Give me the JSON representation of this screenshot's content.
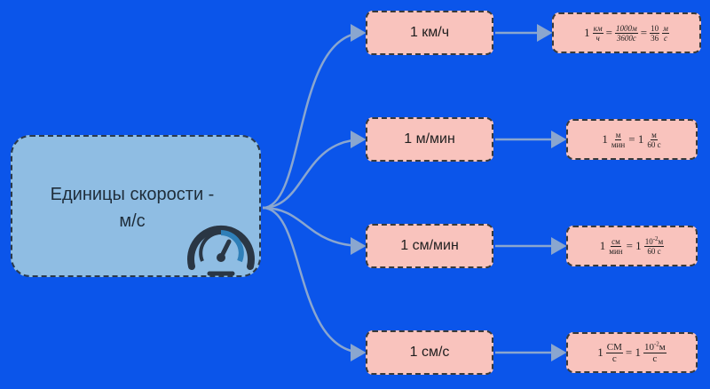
{
  "root": {
    "line1": "Единицы скорости -",
    "line2": "м/с",
    "icon": "speedometer-icon"
  },
  "branches": [
    {
      "unit": "1 км/ч",
      "formula": {
        "lead": "1",
        "f1_num": "км",
        "f1_den": "ч",
        "eq1": "=",
        "f2_num": "1000м",
        "f2_den": "3600с",
        "eq2": "=",
        "f3_num": "10",
        "f3_den": "36",
        "f4_num": "м",
        "f4_den": "с"
      }
    },
    {
      "unit": "1 м/мин",
      "formula": {
        "lead": "1",
        "f1_num": "м",
        "f1_den": "мин",
        "eq1": "= 1",
        "f2_num": "м",
        "f2_den": "60 с"
      }
    },
    {
      "unit": "1 см/мин",
      "formula": {
        "lead": "1",
        "f1_num": "см",
        "f1_den": "мин",
        "eq1": "= 1",
        "f2_num_base": "10",
        "f2_num_exp": "-2",
        "f2_num_unit": "м",
        "f2_den": "60 с"
      }
    },
    {
      "unit": "1 см/с",
      "formula": {
        "lead": "1",
        "f1_num": "СМ",
        "f1_den": "с",
        "eq1": "= 1",
        "f2_num_base": "10",
        "f2_num_exp": "-2",
        "f2_num_unit": "м",
        "f2_den": "с"
      }
    }
  ],
  "colors": {
    "background": "#0b55ea",
    "root_fill": "#8fbde3",
    "node_fill": "#f9c3bd",
    "connector": "#8aa6cf"
  }
}
